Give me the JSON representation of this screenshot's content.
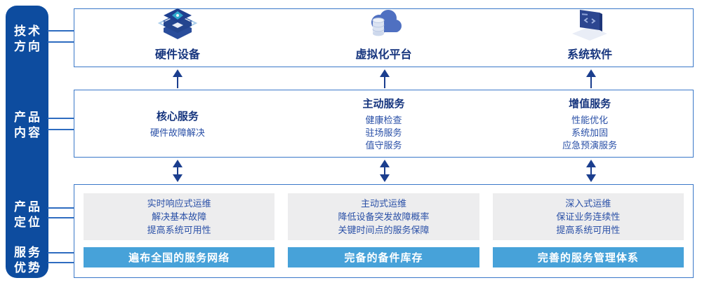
{
  "sidebar": {
    "items": [
      {
        "id": "tech-direction",
        "line1": "技术",
        "line2": "方向"
      },
      {
        "id": "product-content",
        "line1": "产品",
        "line2": "内容"
      },
      {
        "id": "product-positioning",
        "line1": "产品",
        "line2": "定位"
      },
      {
        "id": "service-advantage",
        "line1": "服务",
        "line2": "优势"
      }
    ]
  },
  "tech_row": {
    "items": [
      {
        "icon": "server-stack-icon",
        "label": "硬件设备"
      },
      {
        "icon": "cloud-database-icon",
        "label": "虚拟化平台"
      },
      {
        "icon": "code-window-icon",
        "label": "系统软件"
      }
    ]
  },
  "service_row": {
    "columns": [
      {
        "header": "核心服务",
        "items": [
          "硬件故障解决"
        ]
      },
      {
        "header": "主动服务",
        "items": [
          "健康检查",
          "驻场服务",
          "值守服务"
        ]
      },
      {
        "header": "增值服务",
        "items": [
          "性能优化",
          "系统加固",
          "应急预演服务"
        ]
      }
    ]
  },
  "positioning_row": {
    "columns": [
      {
        "lines": [
          "实时响应式运维",
          "解决基本故障",
          "提高系统可用性"
        ],
        "banner": "遍布全国的服务网络"
      },
      {
        "lines": [
          "主动式运维",
          "降低设备突发故障概率",
          "关键时间点的服务保障"
        ],
        "banner": "完备的备件库存"
      },
      {
        "lines": [
          "深入式运维",
          "保证业务连续性",
          "提高系统可用性"
        ],
        "banner": "完善的服务管理体系"
      }
    ]
  },
  "colors": {
    "sidebar_bg": "#0d4c9f",
    "panel_border": "#3a78c9",
    "connector_line": "#2e6cc0",
    "header_text": "#16357e",
    "item_text": "#2a50a7",
    "arrow": "#1b3e8e",
    "gray_card_bg": "#ededee",
    "banner_bg": "#47a2d9",
    "banner_text": "#ffffff"
  }
}
